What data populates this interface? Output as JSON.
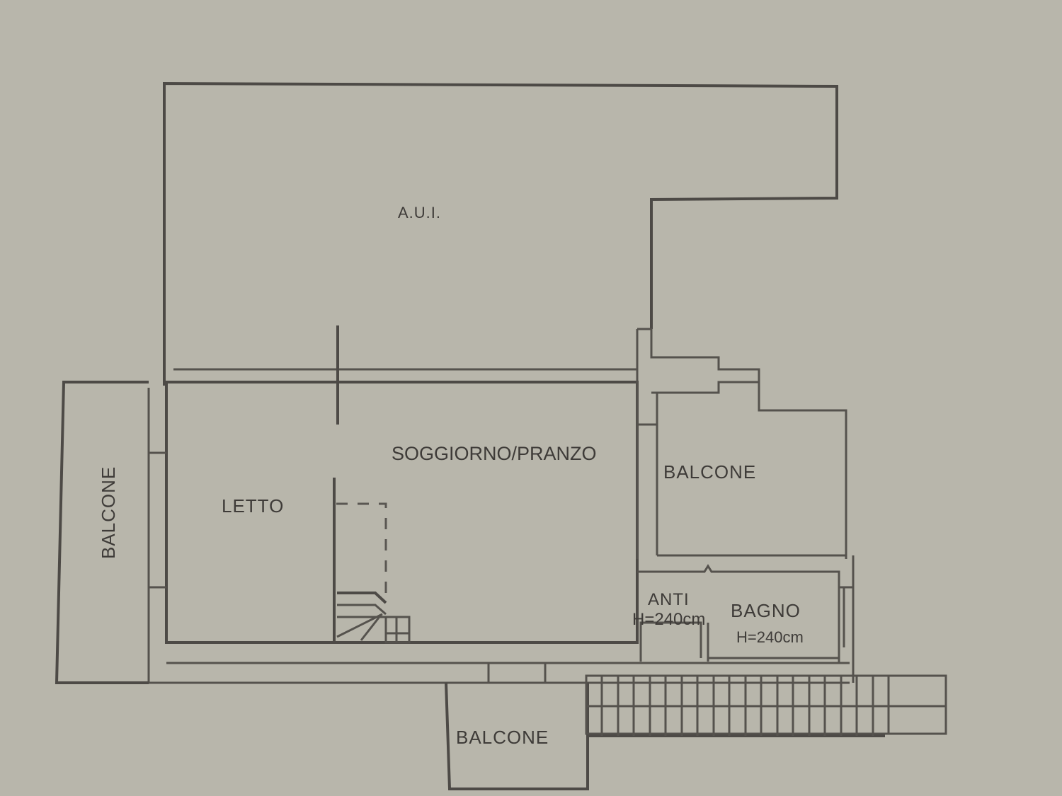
{
  "plan": {
    "type": "floor-plan",
    "background_color": "#b8b6ab",
    "line_color": "#4d4a46",
    "rooms": [
      {
        "id": "aui",
        "label": "A.U.I."
      },
      {
        "id": "soggiorno",
        "label": "SOGGIORNO/PRANZO"
      },
      {
        "id": "letto",
        "label": "LETTO"
      },
      {
        "id": "balcone-left",
        "label": "BALCONE"
      },
      {
        "id": "balcone-right",
        "label": "BALCONE"
      },
      {
        "id": "balcone-bottom",
        "label": "BALCONE"
      },
      {
        "id": "anti",
        "label": "ANTI",
        "height_note": "H=240cm"
      },
      {
        "id": "bagno",
        "label": "BAGNO",
        "height_note": "H=240cm"
      }
    ],
    "external_stairs": {
      "steps": 19
    }
  }
}
